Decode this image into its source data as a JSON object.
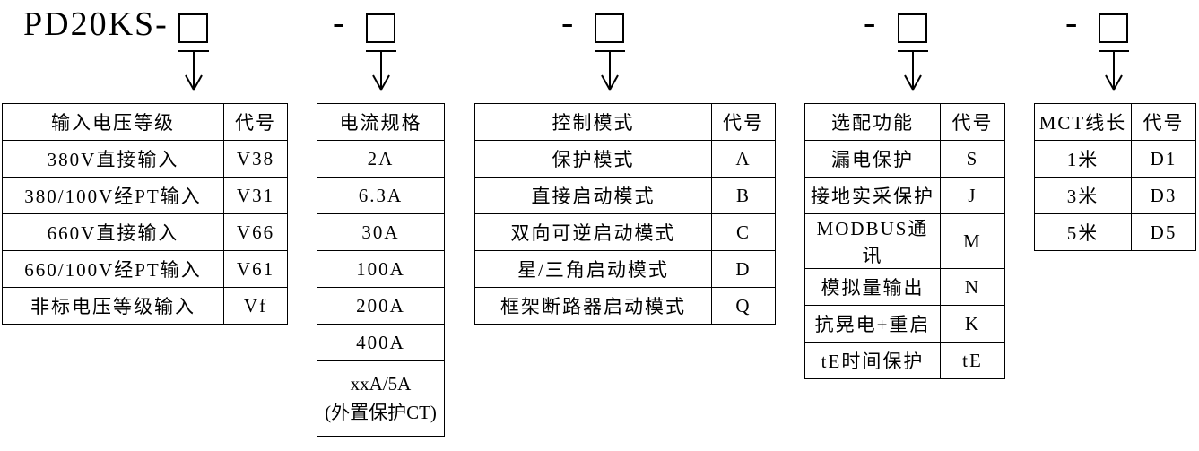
{
  "page": {
    "background": "#ffffff",
    "line_color": "#000000",
    "text_color": "#000000"
  },
  "model": {
    "prefix": "PD20KS-",
    "separator": "-",
    "code_positions": 5
  },
  "tables": [
    {
      "id": "input-voltage",
      "header": [
        "输入电压等级",
        "代号"
      ],
      "rows": [
        [
          "380V直接输入",
          "V38"
        ],
        [
          "380/100V经PT输入",
          "V31"
        ],
        [
          "660V直接输入",
          "V66"
        ],
        [
          "660/100V经PT输入",
          "V61"
        ],
        [
          "非标电压等级输入",
          "Vf"
        ]
      ]
    },
    {
      "id": "current-spec",
      "header": [
        "电流规格"
      ],
      "rows": [
        [
          "2A"
        ],
        [
          "6.3A"
        ],
        [
          "30A"
        ],
        [
          "100A"
        ],
        [
          "200A"
        ],
        [
          "400A"
        ],
        [
          "xxA/5A\n(外置保护CT)"
        ]
      ]
    },
    {
      "id": "control-mode",
      "header": [
        "控制模式",
        "代号"
      ],
      "rows": [
        [
          "保护模式",
          "A"
        ],
        [
          "直接启动模式",
          "B"
        ],
        [
          "双向可逆启动模式",
          "C"
        ],
        [
          "星/三角启动模式",
          "D"
        ],
        [
          "框架断路器启动模式",
          "Q"
        ]
      ]
    },
    {
      "id": "optional-functions",
      "header": [
        "选配功能",
        "代号"
      ],
      "rows": [
        [
          "漏电保护",
          "S"
        ],
        [
          "接地实采保护",
          "J"
        ],
        [
          "MODBUS通讯",
          "M"
        ],
        [
          "模拟量输出",
          "N"
        ],
        [
          "抗晃电+重启",
          "K"
        ],
        [
          "tE时间保护",
          "tE"
        ]
      ]
    },
    {
      "id": "mct-cable-length",
      "header": [
        "MCT线长",
        "代号"
      ],
      "rows": [
        [
          "1米",
          "D1"
        ],
        [
          "3米",
          "D3"
        ],
        [
          "5米",
          "D5"
        ]
      ]
    }
  ]
}
